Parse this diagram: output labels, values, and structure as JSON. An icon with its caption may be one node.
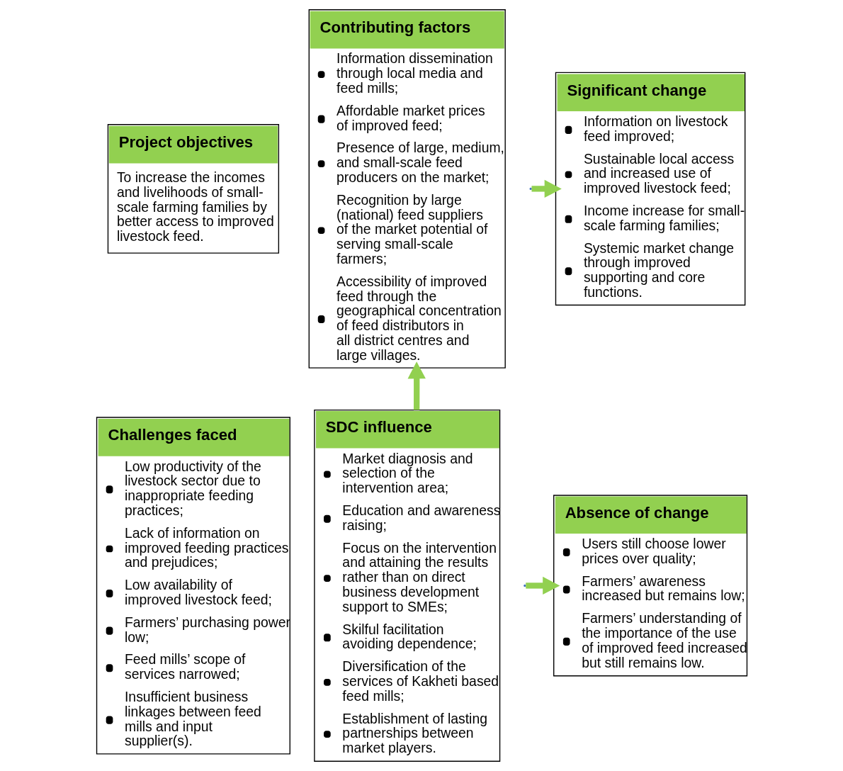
{
  "diagram": {
    "nodes": [
      {
        "text": [
          "Project objectives",
          "To increase the incomes and livelihoods of small-scale farming families by better access to improved livestock feed."
        ]
      },
      {
        "text": [
          "Contributing factors",
          "Information dissemination through local media and feed mills;",
          "Affordable market prices of improved feed;",
          "Presence of large, medium, and small-scale feed producers on the market;",
          "Recognition by large (national) feed suppliers of the market potential of serving small-scale farmers;",
          "Accessibility of improved feed through the geographical concentration of feed distributors in all district centres and large villages."
        ]
      },
      {
        "text": [
          "Significant change",
          "Information on livestock feed improved;",
          "Sustainable local access and increased use of improved livestock feed;",
          "Income increase for small-scale farming families;",
          "Systemic market change through improved supporting and core functions."
        ]
      },
      {
        "text": [
          "Challenges faced",
          "Low productivity of the livestock sector due to inappropriate feeding practices;",
          "Lack of information on improved feeding practices and prejudices;",
          "Low availability of improved livestock feed;",
          "Farmers’ purchasing power low;",
          "Feed mills’ scope of services narrowed;",
          "Insufficient business linkages between feed mills and input supplier(s)."
        ]
      },
      {
        "text": [
          "SDC influence",
          "Market diagnosis and selection of the intervention area;",
          "Education and awareness raising;",
          "Focus on the intervention and attaining the results rather than on direct business development support to SMEs;",
          "Skilful facilitation avoiding dependence;",
          "Diversification of the services of Kakheti based feed mills;",
          "Establishment of lasting partnerships between market players."
        ]
      },
      {
        "text": [
          "Absence of change",
          "Users still choose lower prices over quality;",
          "Farmers’ awareness increased but remains low;",
          "Farmers’ understanding of the importance of the use of improved feed increased but still remains low."
        ]
      }
    ],
    "edges": [
      {
        "from": 4,
        "to": 1,
        "arrow": "to",
        "color": "#92d050"
      },
      {
        "from": null,
        "to": 2,
        "arrow": "to",
        "color": "#92d050"
      },
      {
        "from": null,
        "to": 5,
        "arrow": "to",
        "color": "#92d050"
      }
    ]
  }
}
